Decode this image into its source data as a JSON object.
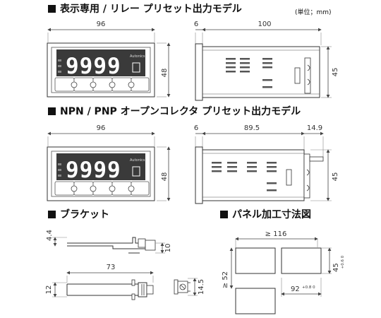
{
  "headers": {
    "relay": "表示専用 / リレー プリセット出力モデル",
    "npn": "NPN / PNP オープンコレクタ プリセット出力モデル",
    "bracket": "ブラケット",
    "panel": "パネル加工寸法図"
  },
  "unit_note": "(単位；mm)",
  "display_digits": "9999",
  "brand": "Autonics",
  "dims": {
    "front_width": "96",
    "front_height": "48",
    "relay_side_6": "6",
    "relay_side_depth": "100",
    "relay_side_height": "45",
    "npn_side_6": "6",
    "npn_side_depth": "89.5",
    "npn_side_extra": "14.9",
    "npn_side_height": "45",
    "bracket_4_4": "4.4",
    "bracket_10": "10",
    "bracket_73": "73",
    "bracket_12": "12",
    "bracket_14_5": "14.5",
    "panel_116": "≥ 116",
    "panel_52": "≥ 52",
    "panel_45": "45",
    "panel_45_tol": "+0.6\n0",
    "panel_92": "92",
    "panel_92_tol": "+0.8\n0"
  }
}
